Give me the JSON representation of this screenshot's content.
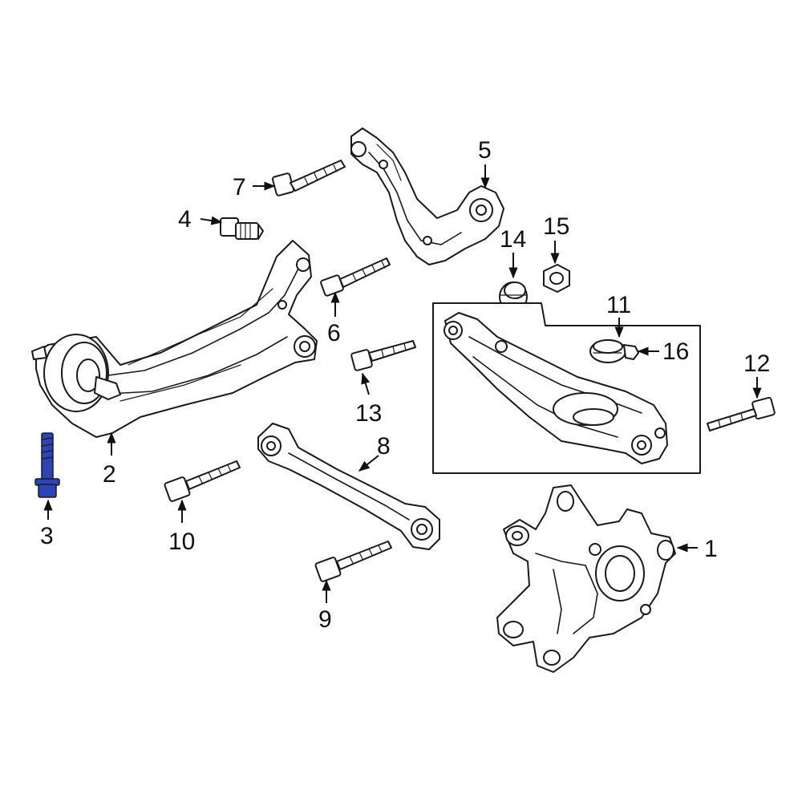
{
  "callouts": {
    "c1": "1",
    "c2": "2",
    "c3": "3",
    "c4": "4",
    "c5": "5",
    "c6": "6",
    "c7": "7",
    "c8": "8",
    "c9": "9",
    "c10": "10",
    "c11": "11",
    "c12": "12",
    "c13": "13",
    "c14": "14",
    "c15": "15",
    "c16": "16"
  },
  "highlight_color": "#2b45b8",
  "line_color": "#1a1a1a"
}
